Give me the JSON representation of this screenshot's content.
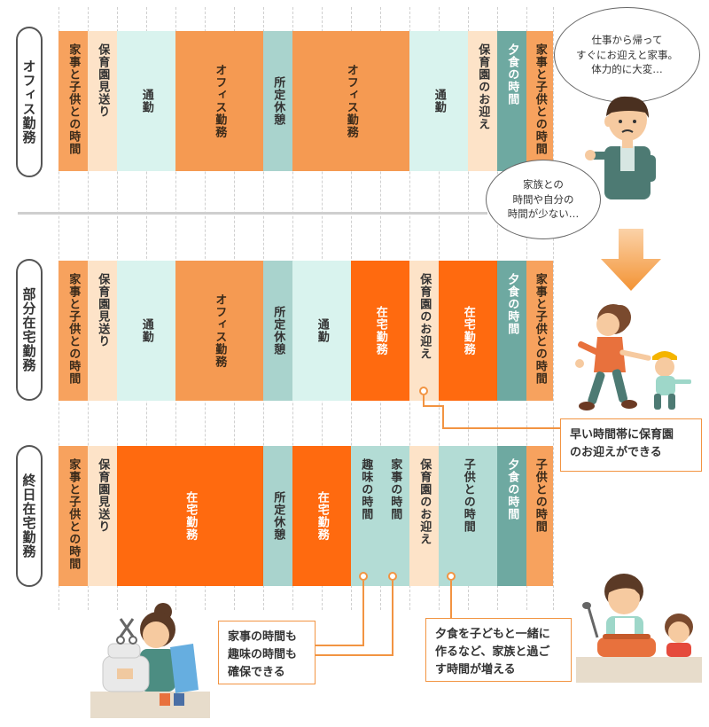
{
  "rows": {
    "office": {
      "label": "オフィス勤務",
      "segments": {
        "s1": "家事と子供との時間",
        "s2": "保育園見送り",
        "s3": "通勤",
        "s4": "オフィス勤務",
        "s5": "所定休憩",
        "s6": "オフィス勤務",
        "s7": "通勤",
        "s8": "保育園のお迎え",
        "s9": "夕食の時間",
        "s10": "家事と子供との時間"
      }
    },
    "partial": {
      "label": "部分在宅勤務",
      "segments": {
        "s1": "家事と子供との時間",
        "s2": "保育園見送り",
        "s3": "通勤",
        "s4": "オフィス勤務",
        "s5": "所定休憩",
        "s6": "通勤",
        "s7": "在宅勤務",
        "s8": "保育園のお迎え",
        "s9": "在宅勤務",
        "s10": "夕食の時間",
        "s11": "家事と子供との時間"
      }
    },
    "full": {
      "label": "終日在宅勤務",
      "segments": {
        "s1": "家事と子供との時間",
        "s2": "保育園見送り",
        "s3": "在宅勤務",
        "s4": "所定休憩",
        "s5": "在宅勤務",
        "s6": "趣味の時間",
        "s7": "家事の時間",
        "s8": "保育園のお迎え",
        "s9": "子供との時間",
        "s10": "夕食の時間",
        "s11": "子供との時間"
      }
    }
  },
  "bubbles": {
    "top": "仕事から帰って\nすぐにお迎えと家事。\n体力的に大変…",
    "bottom": "家族との\n時間や自分の\n時間が少ない…"
  },
  "callouts": {
    "pickup": "早い時間帯に保育園\nのお迎えができる",
    "housework": "家事の時間も\n趣味の時間も\n確保できる",
    "family": "夕食を子どもと一緒に\n作るなど、家族と過ご\nす時間が増える"
  },
  "colors": {
    "accent": "#ff6a0f",
    "peach": "#f7a25e",
    "teal": "#6ea9a1"
  }
}
